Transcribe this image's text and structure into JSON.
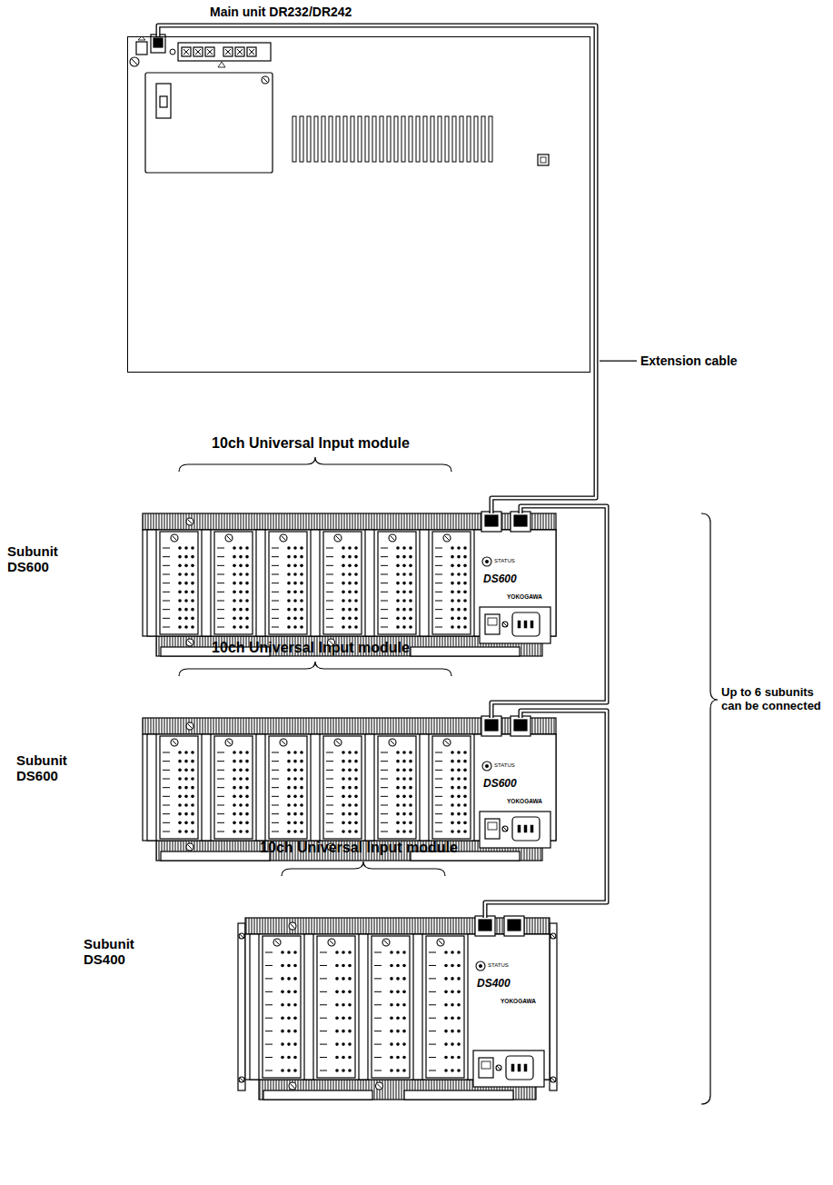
{
  "diagram": {
    "nodes": [
      {
        "text": [
          "Main unit DR232/DR242"
        ]
      },
      {
        "text": [
          "Subunit DS600"
        ]
      },
      {
        "text": [
          "Subunit DS600"
        ]
      },
      {
        "text": [
          "Subunit DS400"
        ]
      }
    ],
    "edges": [
      {
        "from": 0,
        "to": 1,
        "arrow": "none",
        "label": "Extension cable"
      },
      {
        "from": 1,
        "to": 2,
        "arrow": "none"
      },
      {
        "from": 2,
        "to": 3,
        "arrow": "none"
      }
    ],
    "labels": [
      "10ch Universal Input module",
      "STATUS",
      "DS600",
      "YOKOGAWA",
      "10ch Universal Input module",
      "STATUS",
      "DS600",
      "YOKOGAWA",
      "10ch Universal Input module",
      "STATUS",
      "DS400",
      "YOKOGAWA",
      "Up to 6 subunits can be connected"
    ]
  }
}
